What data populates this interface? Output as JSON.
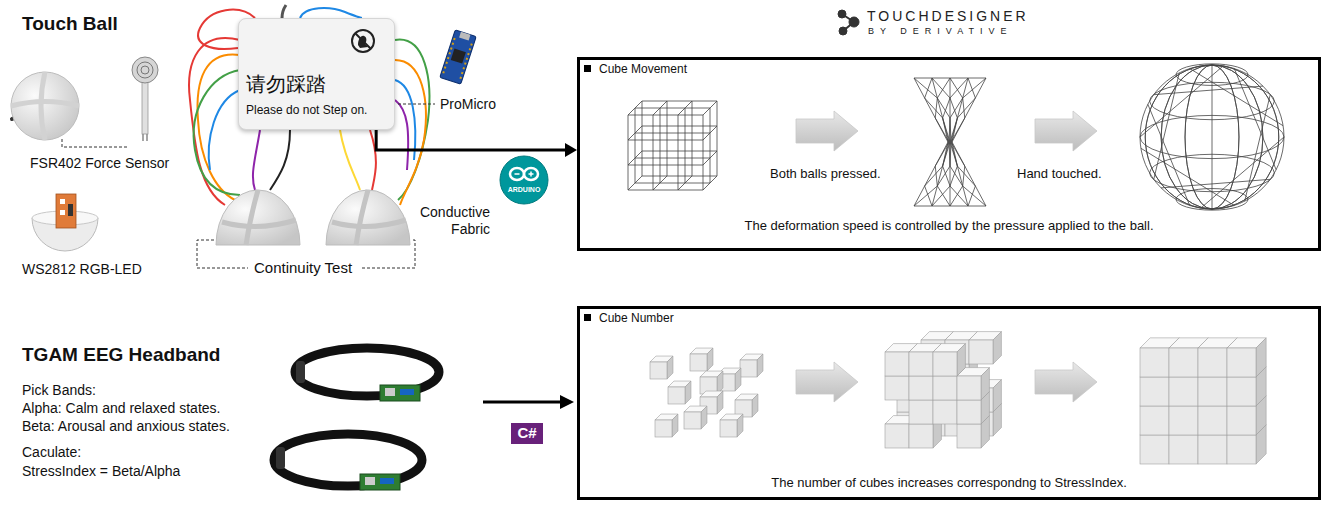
{
  "diagram": {
    "nodes": [
      {
        "text": [
          "请勿踩踏",
          "Please do not Step on."
        ]
      },
      {
        "text": [
          "ARDUINO"
        ]
      },
      {
        "text": [
          "Cube Movement",
          "Both balls pressed.",
          "Hand touched.",
          "The deformation speed is controlled by the pressure applied to the ball."
        ]
      },
      {
        "text": [
          "C#"
        ]
      },
      {
        "text": [
          "Cube Number",
          "The number of cubes increases correspondng to StressIndex."
        ]
      }
    ],
    "edges": [
      {
        "from": 0,
        "to": 2,
        "arrow": "to"
      }
    ],
    "labels": [
      "Touch Ball",
      "FSR402 Force Sensor",
      "WS2812 RGB-LED",
      "ProMicro",
      "Conductive Fabric",
      "Continuity Test",
      "TOUCHDESIGNER",
      "BY DERIVATIVE",
      "TGAM EEG Headband",
      "Pick Bands:",
      "Alpha: Calm and relaxed states.",
      "Beta: Arousal and anxious states.",
      "Caculate:",
      "StressIndex = Beta/Alpha"
    ]
  }
}
